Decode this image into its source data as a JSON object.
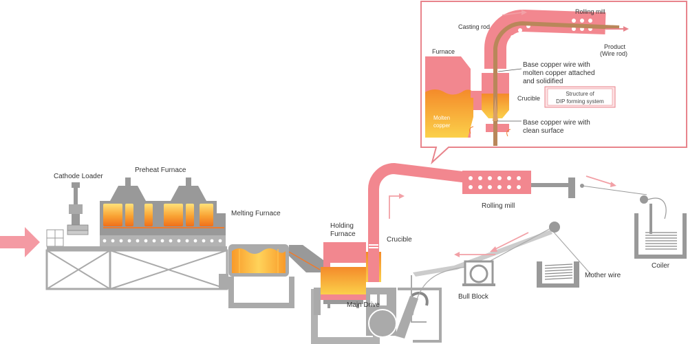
{
  "labels": {
    "cathode_loader": "Cathode Loader",
    "preheat_furnace": "Preheat Furnace",
    "melting_furnace": "Melting Furnace",
    "holding_furnace_1": "Holding",
    "holding_furnace_2": "Furnace",
    "crucible": "Crucible",
    "rolling_mill": "Rolling mill",
    "main_drive": "Main Drive",
    "bull_block": "Bull Block",
    "mother_wire": "Mother wire",
    "coiler": "Coiler"
  },
  "inset": {
    "casting_rod": "Casting rod",
    "rolling_mill": "Rolling mill",
    "product_1": "Product",
    "product_2": "(Wire rod)",
    "furnace": "Furnace",
    "crucible": "Crucible",
    "molten_copper_1": "Molten",
    "molten_copper_2": "copper",
    "attached_1": "Base copper wire with",
    "attached_2": "molten copper attached",
    "attached_3": "and solidified",
    "clean_1": "Base copper wire with",
    "clean_2": "clean surface",
    "structure_1": "Structure of",
    "structure_2": "DIP forming system"
  },
  "colors": {
    "machinery": "#aaaaaa",
    "outline": "#777777",
    "wire_pink": "#f08a92",
    "hot_orange": "#f7921e",
    "hot_yellow": "#ffd35a",
    "copper_rod": "#b9875a",
    "arrow": "#f2a0a6",
    "inset_border": "#e8838b"
  }
}
